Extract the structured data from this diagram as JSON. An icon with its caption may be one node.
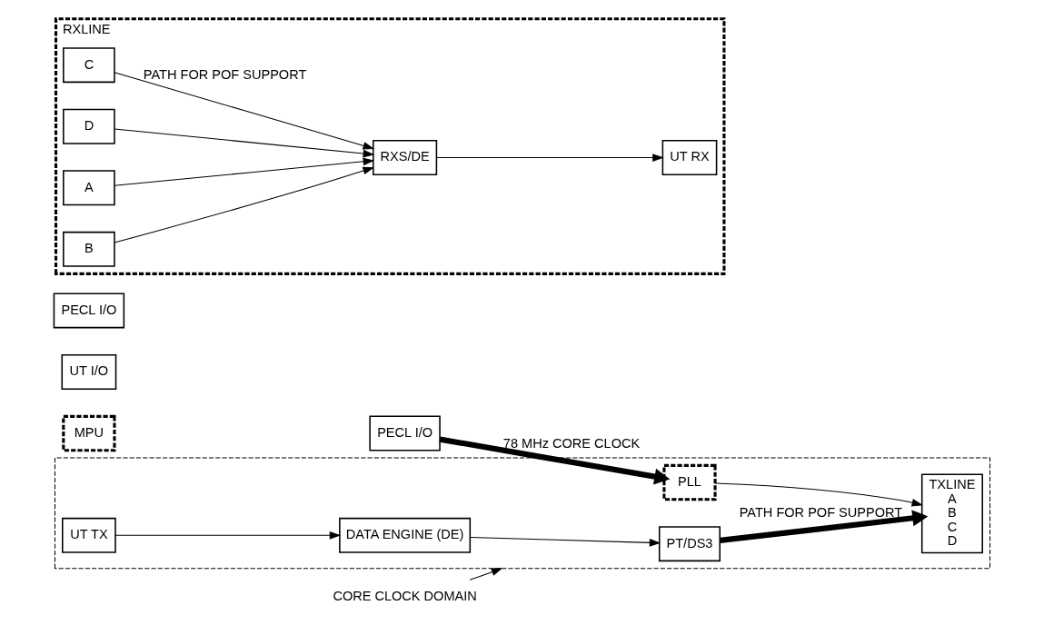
{
  "diagram": {
    "nodes": [
      {
        "text": [
          "PECL I/O"
        ]
      },
      {
        "text": [],
        "shape": "box"
      },
      {
        "text": [
          "PLL"
        ],
        "in": 1
      },
      {
        "text": [
          "TXLINE",
          "A",
          "B",
          "C",
          "D"
        ],
        "in": 1
      },
      {
        "text": [
          "MPU"
        ]
      },
      {
        "text": [
          "CORE CLOCK DOMAIN"
        ]
      },
      {
        "text": [
          "PT/DS3"
        ],
        "in": 1
      },
      {
        "text": [
          "DATA ENGINE (DE)"
        ],
        "in": 1
      },
      {
        "text": [
          "UT TX"
        ],
        "in": 1
      },
      {
        "text": [
          "UT I/O"
        ]
      },
      {
        "text": [
          "PECL I/O"
        ]
      },
      {
        "text": [
          "RXLINE"
        ]
      },
      {
        "text": [
          "A"
        ],
        "in": 11
      },
      {
        "text": [
          "B"
        ],
        "in": 11
      },
      {
        "text": [
          "C"
        ],
        "in": 11
      },
      {
        "text": [
          "D"
        ],
        "in": 11
      },
      {
        "text": [
          "RXS/DE"
        ],
        "in": 11
      },
      {
        "text": [
          "UT RX"
        ],
        "in": 11
      }
    ],
    "edges": [
      {
        "from": 0,
        "to": 2,
        "arrow": "to",
        "label": "78 MHz CORE CLOCK",
        "style": "thick"
      },
      {
        "from": 2,
        "to": 3,
        "arrow": "to"
      },
      {
        "from": 6,
        "to": 3,
        "arrow": "to",
        "label": "PATH FOR POF SUPPORT",
        "style": "thick"
      },
      {
        "from": 5,
        "to": 1,
        "arrow": "to"
      },
      {
        "from": 7,
        "to": 6,
        "arrow": "to"
      },
      {
        "from": 8,
        "to": 7,
        "arrow": "to"
      },
      {
        "from": 12,
        "to": 16,
        "arrow": "to"
      },
      {
        "from": 13,
        "to": 16,
        "arrow": "to"
      },
      {
        "from": 14,
        "to": 16,
        "arrow": "to",
        "label": "PATH FOR POF SUPPORT"
      },
      {
        "from": 15,
        "to": 16,
        "arrow": "to"
      },
      {
        "from": 16,
        "to": 17,
        "arrow": "to"
      }
    ]
  }
}
